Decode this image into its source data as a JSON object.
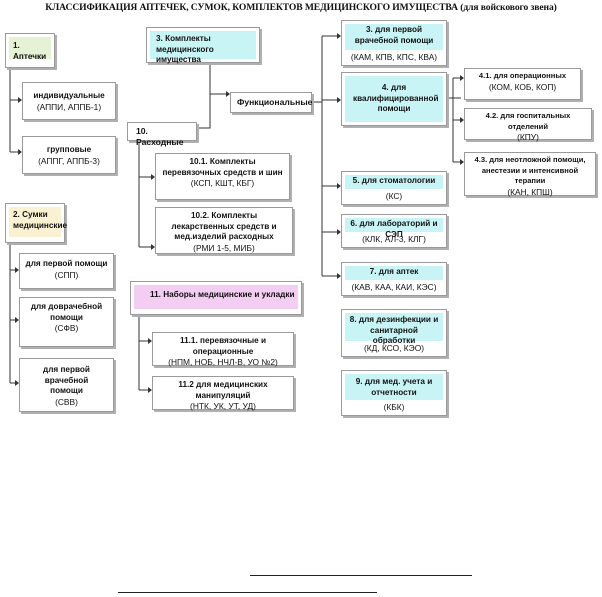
{
  "title": "КЛАССИФИКАЦИЯ АПТЕЧЕК, СУМОК, КОМПЛЕКТОВ МЕДИЦИНСКОГО ИМУЩЕСТВА (для войскового звена)",
  "colors": {
    "cyan": "#c9f4f6",
    "green": "#e6f2d5",
    "tan": "#faf1d3",
    "pink": "#f4cdf2",
    "line": "#333333"
  },
  "boxes": {
    "aptechki": {
      "label": "1. Аптечки"
    },
    "individ": {
      "label": "индивидуальные",
      "codes": "(АППИ, АППБ-1)"
    },
    "group": {
      "label": "групповые",
      "codes": "(АППГ, АППБ-3)"
    },
    "sumki": {
      "label": "2. Сумки медицинские"
    },
    "spp": {
      "label": "для первой помощи",
      "codes": "(СПП)"
    },
    "sfv": {
      "label": "для доврачебной помощи",
      "codes": "(СФВ)"
    },
    "svv": {
      "label": "для первой врачебной помощи",
      "codes": "(СВВ)"
    },
    "komplekty": {
      "label": "3. Комплекты медицинского имущества"
    },
    "funk": {
      "label": "Функциональные"
    },
    "rashod": {
      "label": "10. Расходные"
    },
    "k101": {
      "label": "10.1. Комплекты перевязочных средств и шин",
      "codes": "(КСП, КШТ, КБГ)"
    },
    "k102": {
      "label": "10.2. Комплекты лекарственных средств и мед.изделий расходных",
      "codes": "(РМИ 1-5, МИБ)"
    },
    "nabory": {
      "label": "11. Наборы медицинские и укладки"
    },
    "k111": {
      "label": "11.1. перевязочные и операционные",
      "codes": "(НПМ, НОБ, НЧЛ-В, УО №2)"
    },
    "k112": {
      "label": "11.2 для медицинских манипуляций",
      "codes": "(НТК, УК, УТ, УД)"
    },
    "f3": {
      "label": "3. для первой врачебной помощи",
      "codes": "(КАМ, КПВ, КПС, КВА)"
    },
    "f4": {
      "label": "4. для квалифицированной помощи"
    },
    "f41": {
      "label": "4.1. для операционных",
      "codes": "(КОМ, КОБ, КОП)"
    },
    "f42": {
      "label": "4.2. для госпитальных отделений",
      "codes": "(КПУ)"
    },
    "f43": {
      "label": "4.3. для неотложной помощи, анестезии и интенсивной терапии",
      "codes": "(КАН, КПШ)"
    },
    "f5": {
      "label": "5. для стоматологии",
      "codes": "(КС)"
    },
    "f6": {
      "label": "6. для лабораторий и СЭП",
      "codes": "(КЛК, АЛ-3, КЛГ)"
    },
    "f7": {
      "label": "7. для аптек",
      "codes": "(КАВ, КАА, КАИ, КЭС)"
    },
    "f8": {
      "label": "8. для дезинфекции и санитарной обработки",
      "codes": "(КД, КСО, КЭО)"
    },
    "f9": {
      "label": "9. для мед. учета и отчетности",
      "codes": "(КБК)"
    }
  }
}
